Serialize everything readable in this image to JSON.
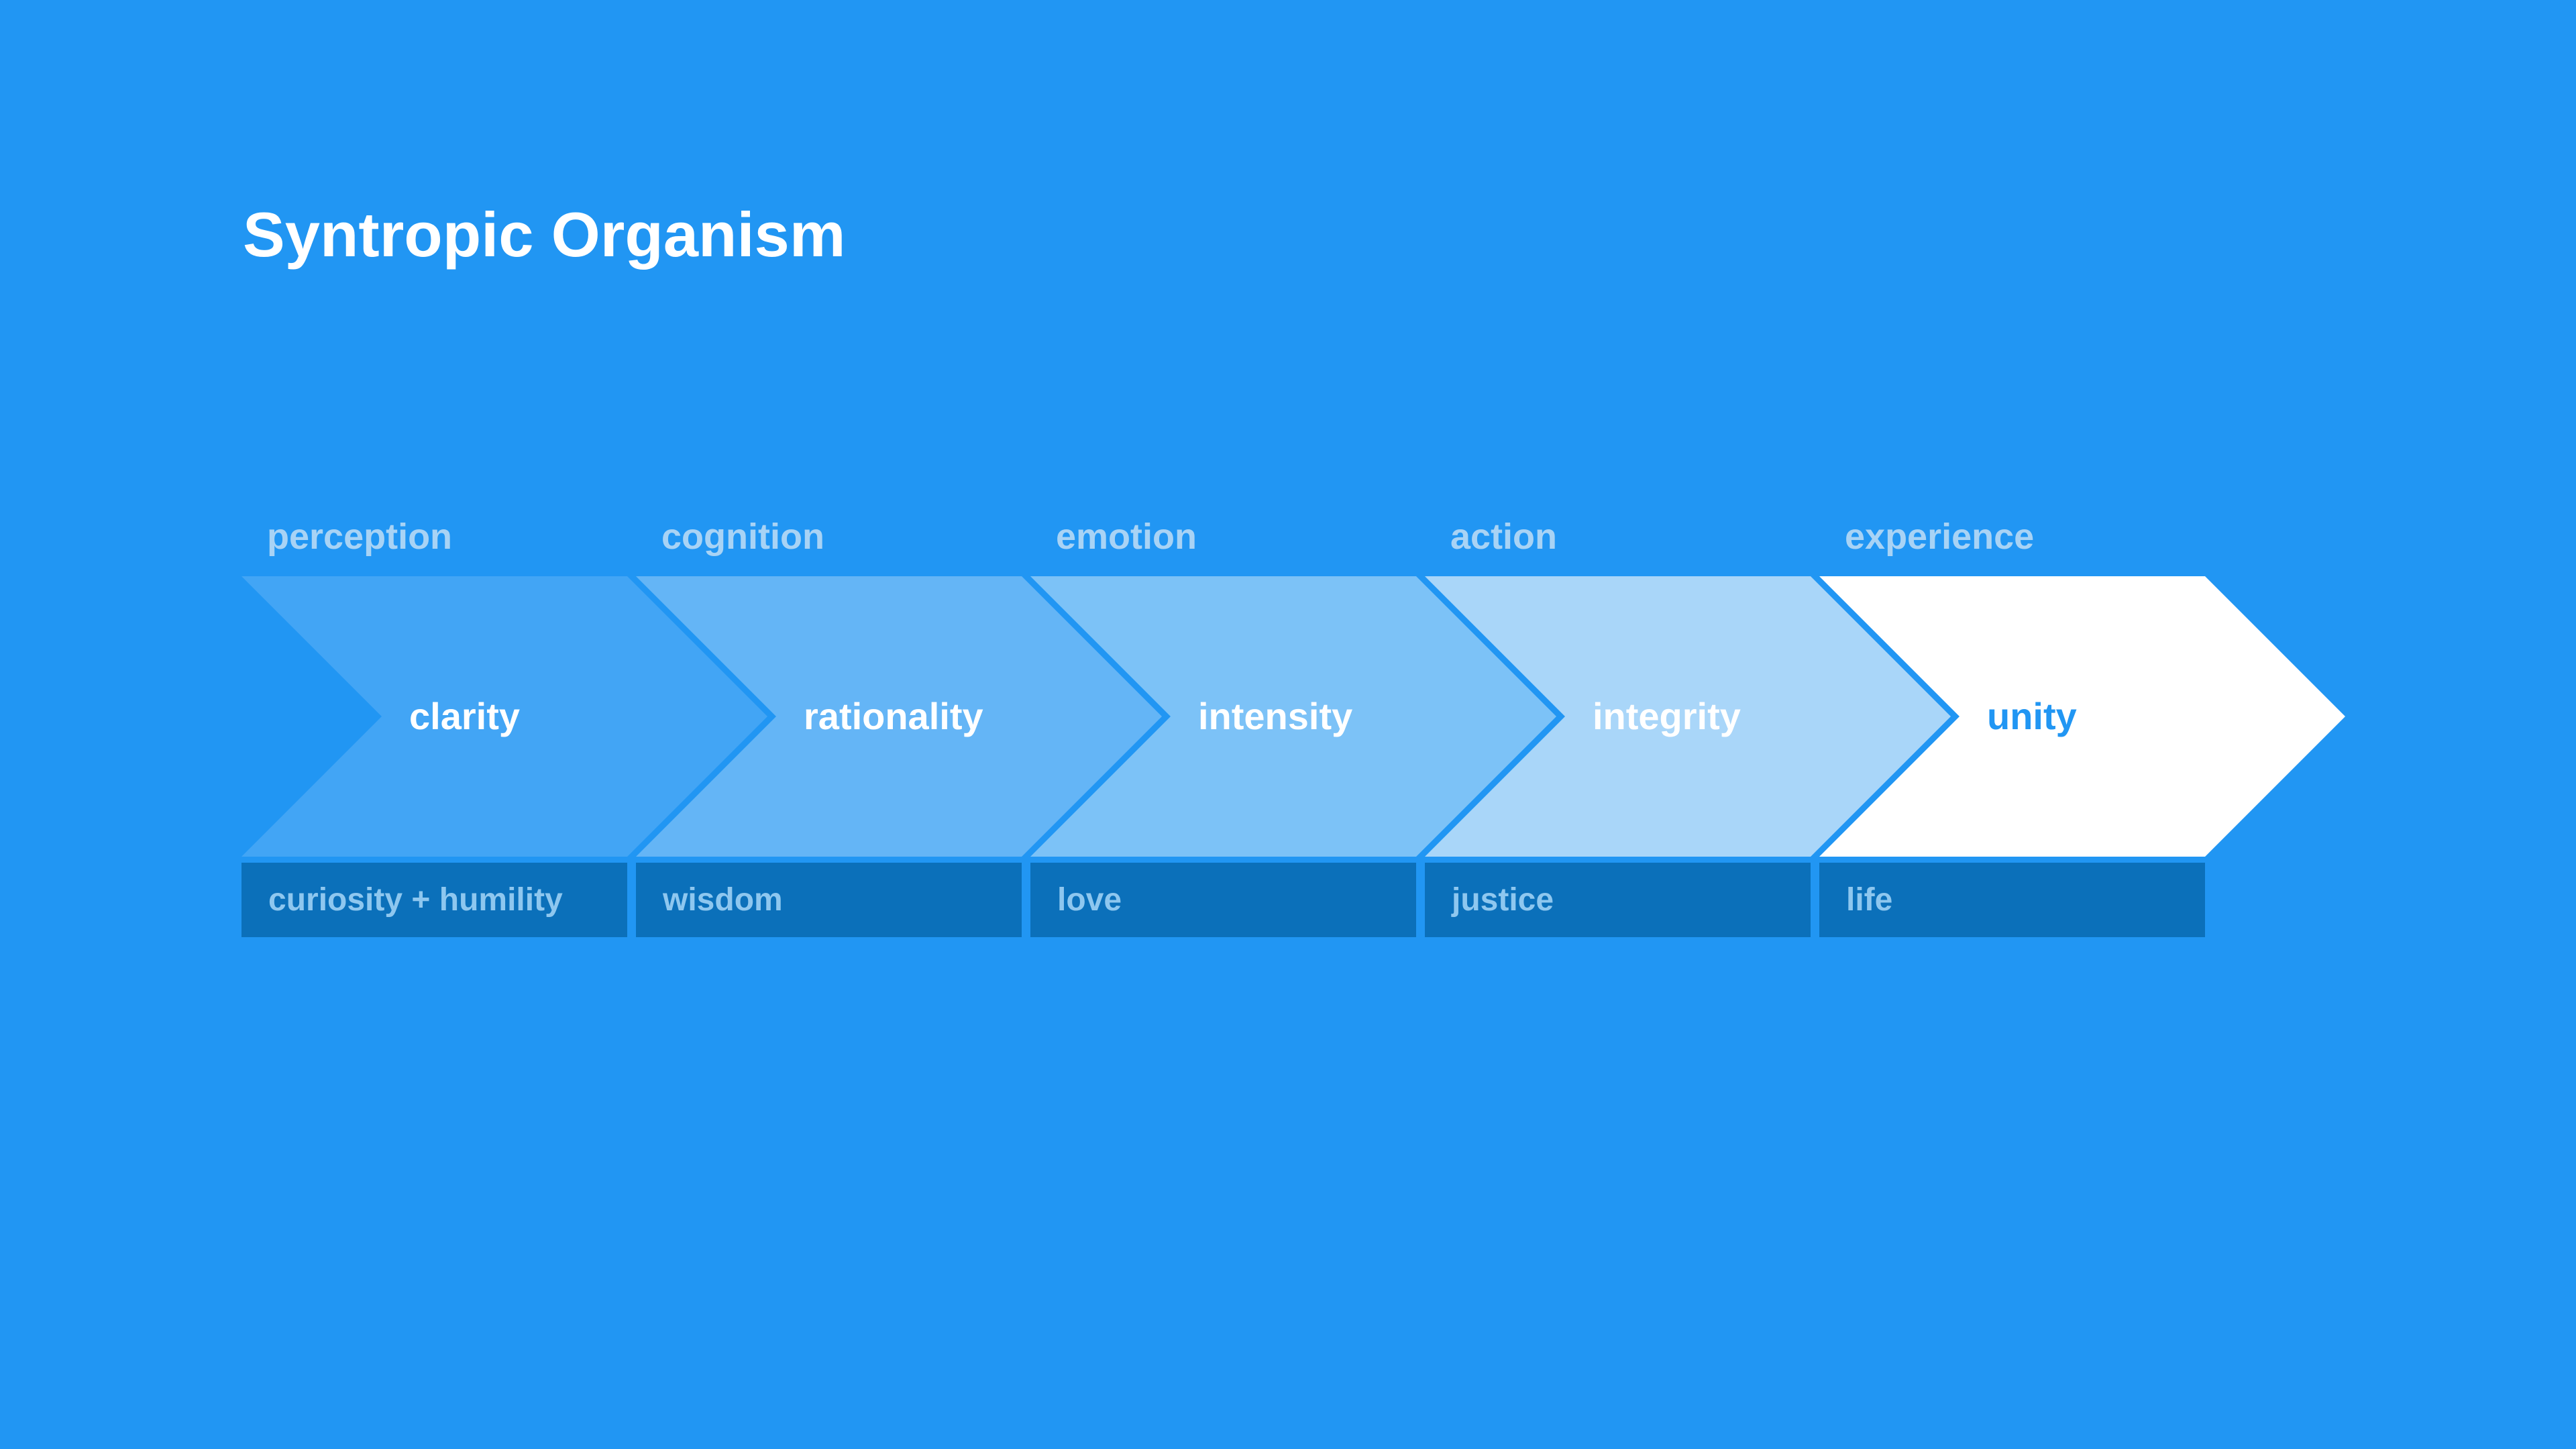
{
  "title": "Syntropic Organism",
  "colors": {
    "background": "#2196f3",
    "box_fill": "#0b70ba",
    "category_text": "#a8d3f5",
    "box_text": "#8ec7ef",
    "title_text": "#ffffff"
  },
  "stages": [
    {
      "category": "perception",
      "value": "clarity",
      "outcome": "curiosity + humility",
      "fill": "#42a5f5",
      "value_color": "#ffffff"
    },
    {
      "category": "cognition",
      "value": "rationality",
      "outcome": "wisdom",
      "fill": "#64b5f6",
      "value_color": "#ffffff"
    },
    {
      "category": "emotion",
      "value": "intensity",
      "outcome": "love",
      "fill": "#7cc2f7",
      "value_color": "#ffffff"
    },
    {
      "category": "action",
      "value": "integrity",
      "outcome": "justice",
      "fill": "#a9d6f9",
      "value_color": "#ffffff"
    },
    {
      "category": "experience",
      "value": "unity",
      "outcome": "life",
      "fill": "#ffffff",
      "value_color": "#2196f3"
    }
  ]
}
